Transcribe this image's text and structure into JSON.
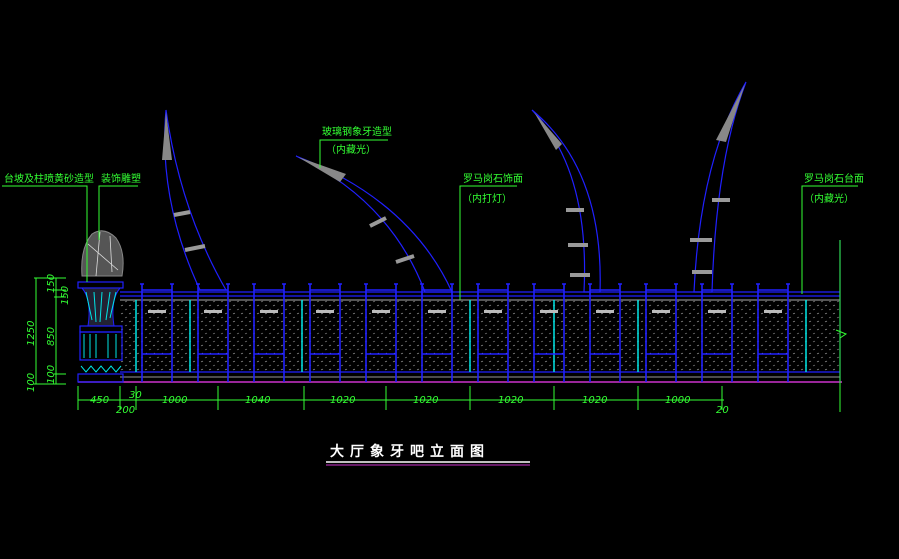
{
  "title": "大厅象牙吧立面图",
  "labels": {
    "pedestal": "台坡及柱喷黄砂造型",
    "sculpture": "装饰雕塑",
    "tusk": "玻璃钢象牙造型",
    "tusk_note": "（内藏光）",
    "facade": "罗马岗石饰面",
    "facade_note": "（内打灯）",
    "counter": "罗马岗石台面",
    "counter_note": "（内藏光）"
  },
  "dims_horizontal": [
    "450",
    "30",
    "1000",
    "1040",
    "1020",
    "1020",
    "1020",
    "1020",
    "1000",
    "200",
    "20"
  ],
  "dims_vertical": [
    "150",
    "150",
    "1250",
    "850",
    "100",
    "100"
  ],
  "colors": {
    "line": "#2020ff",
    "accent": "#00e5e5",
    "annotation": "#33ff33",
    "baseline": "#cc33cc"
  }
}
